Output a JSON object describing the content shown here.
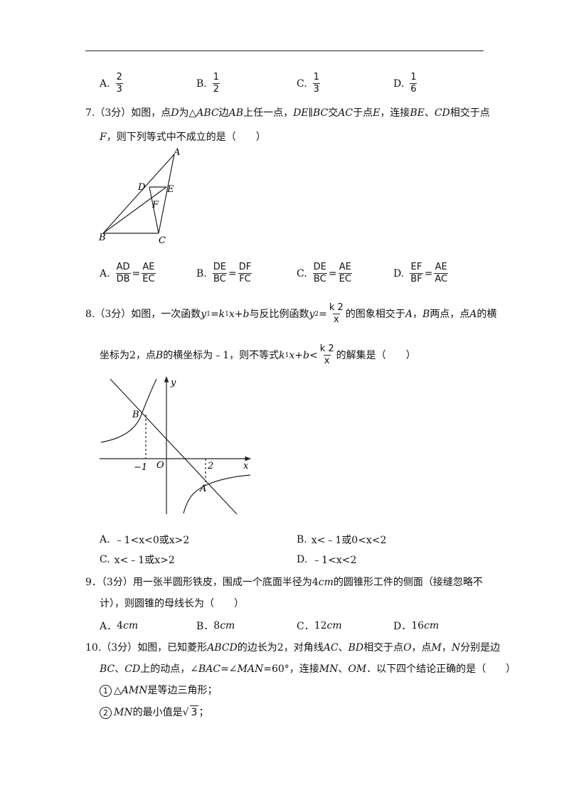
{
  "q6": {
    "options": [
      {
        "label": "A.",
        "num": "2",
        "den": "3"
      },
      {
        "label": "B.",
        "num": "1",
        "den": "2"
      },
      {
        "label": "C.",
        "num": "1",
        "den": "3"
      },
      {
        "label": "D.",
        "num": "1",
        "den": "6"
      }
    ]
  },
  "q7": {
    "number": "7.",
    "score": "（3分）",
    "line1": {
      "t0": "如图，点",
      "D": "D",
      "t1": "为△",
      "ABC": "ABC",
      "t2": "边",
      "AB": "AB",
      "t3": "上任一点，",
      "DEBC": "DE∥BC",
      "t4": "交",
      "AC": "AC",
      "t5": "于点",
      "E": "E",
      "t6": "，连接",
      "BE": "BE",
      "t7": "、",
      "CD": "CD",
      "t8": "相交于点"
    },
    "line2": {
      "F": "F",
      "t0": "，则下列等式中不成立的是（　　）"
    },
    "figure_labels": {
      "A": "A",
      "D": "D",
      "E": "E",
      "F": "F",
      "B": "B",
      "C": "C"
    },
    "options": [
      {
        "label": "A.",
        "l_num": "AD",
        "l_den": "DB",
        "eq": "=",
        "r_num": "AE",
        "r_den": "EC"
      },
      {
        "label": "B.",
        "l_num": "DE",
        "l_den": "BC",
        "eq": "=",
        "r_num": "DF",
        "r_den": "FC"
      },
      {
        "label": "C.",
        "l_num": "DE",
        "l_den": "BC",
        "eq": "=",
        "r_num": "AE",
        "r_den": "EC"
      },
      {
        "label": "D.",
        "l_num": "EF",
        "l_den": "BF",
        "eq": "=",
        "r_num": "AE",
        "r_den": "AC"
      }
    ]
  },
  "q8": {
    "number": "8.",
    "score": "（3分）",
    "line1": {
      "t0": "如图，一次函数",
      "y1": "y",
      "s1": "1",
      "eq1": "=",
      "k1": "k",
      "s2": "1",
      "xb": "x+b",
      "t1": "与反比例函数",
      "y2": "y",
      "s3": "2",
      "eq2": "=",
      "frac_num": "k 2",
      "frac_den": "x",
      "t2": "的图象相交于",
      "A": "A",
      "t3": "，",
      "B": "B",
      "t4": "两点，点",
      "A2": "A",
      "t5": "的横"
    },
    "line2": {
      "t0": "坐标为2，点",
      "B": "B",
      "t1": "的横坐标为﹣1，则不等式",
      "k1": "k",
      "s1": "1",
      "xb": "x+b",
      "lt": "<",
      "frac_num": "k 2",
      "frac_den": "x",
      "t2": "的解集是（　　）"
    },
    "graph_labels": {
      "y": "y",
      "x": "x",
      "B": "B",
      "A": "A",
      "O": "O",
      "neg1": "−1",
      "two": "2"
    },
    "options": [
      {
        "label": "A.",
        "text": "﹣1<x<0或x>2"
      },
      {
        "label": "B.",
        "text": "x<﹣1或0<x<2"
      },
      {
        "label": "C.",
        "text": "x<﹣1或x>2"
      },
      {
        "label": "D.",
        "text": "﹣1<x<2"
      }
    ]
  },
  "q9": {
    "number": "9．",
    "score": "（3分）",
    "line1": "用一张半圆形铁皮，围成一个底面半径为4",
    "unit": "cm",
    "line1b": "的圆锥形工件的侧面（接缝忽略不",
    "line2": "计），则圆锥的母线长为（　　）",
    "options": [
      {
        "label": "A．",
        "value": "4",
        "unit": "cm"
      },
      {
        "label": "B．",
        "value": "8",
        "unit": "cm"
      },
      {
        "label": "C．",
        "value": "12",
        "unit": "cm"
      },
      {
        "label": "D．",
        "value": "16",
        "unit": "cm"
      }
    ]
  },
  "q10": {
    "number": "10.",
    "score": "（3分）",
    "line1": {
      "t0": "如图，已知菱形",
      "ABCD": "ABCD",
      "t1": "的边长为2，对角线",
      "AC": "AC",
      "t2": "、",
      "BD": "BD",
      "t3": "相交于点",
      "O": "O",
      "t4": "，点",
      "M": "M",
      "t5": "，",
      "N": "N",
      "t6": "分别是边"
    },
    "line2": {
      "BC": "BC",
      "t0": "、",
      "CD": "CD",
      "t1": "上的动点，∠",
      "BAC": "BAC",
      "t2": "=∠",
      "MAN": "MAN",
      "t3": "=60°，连接",
      "MN": "MN",
      "t4": "、",
      "OM": "OM",
      "t5": "．以下四个结论正确的是（　　）"
    },
    "items": [
      {
        "mark": "1",
        "t0": "△",
        "it": "AMN",
        "t1": "是等边三角形；"
      },
      {
        "mark": "2",
        "it": "MN",
        "t0": "的最小值是",
        "sqrt": "3",
        "t1": "；"
      }
    ]
  }
}
